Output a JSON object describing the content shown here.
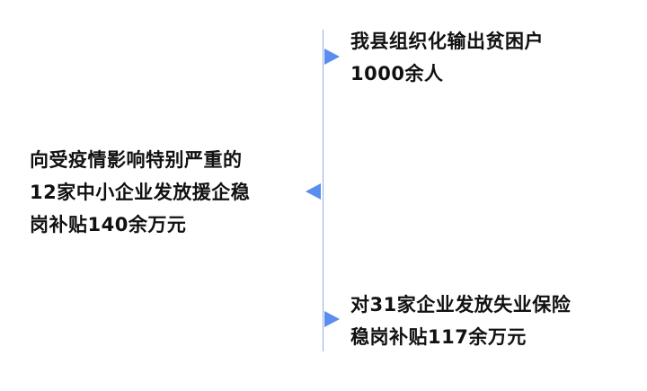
{
  "timeline": {
    "events": [
      {
        "side": "right",
        "lines": [
          "我县组织化输出贫困户",
          "1000余人"
        ]
      },
      {
        "side": "left",
        "lines": [
          "向受疫情影响特别严重的",
          "12家中小企业发放援企稳",
          "岗补贴140余万元"
        ]
      },
      {
        "side": "right",
        "lines": [
          "对31家企业发放失业保险",
          "稳岗补贴117余万元"
        ]
      }
    ],
    "colors": {
      "axis": "#8faee0",
      "marker": "#5b8def",
      "text": "#111111"
    }
  }
}
